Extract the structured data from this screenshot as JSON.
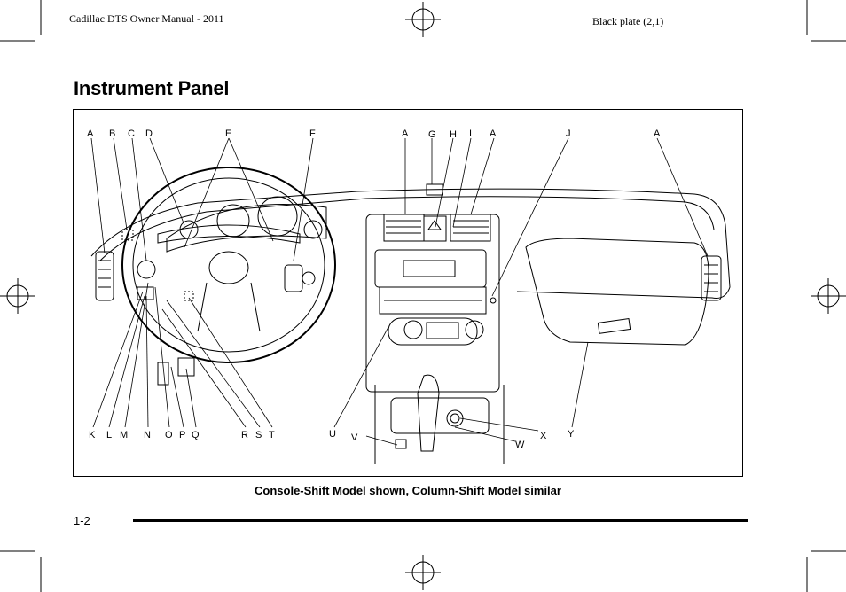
{
  "header": {
    "manual": "Cadillac DTS Owner Manual - 2011",
    "plate": "Black plate (2,1)"
  },
  "title": "Instrument Panel",
  "caption": "Console-Shift Model shown, Column-Shift Model similar",
  "page_number": "1-2",
  "callouts": {
    "A1": "A",
    "B": "B",
    "C": "C",
    "D": "D",
    "E": "E",
    "F": "F",
    "A2": "A",
    "G": "G",
    "H": "H",
    "I": "I",
    "A3": "A",
    "J": "J",
    "A4": "A",
    "K": "K",
    "L": "L",
    "M": "M",
    "N": "N",
    "O": "O",
    "P": "P",
    "Q": "Q",
    "R": "R",
    "S": "S",
    "T": "T",
    "U": "U",
    "V": "V",
    "W": "W",
    "X": "X",
    "Y": "Y"
  }
}
